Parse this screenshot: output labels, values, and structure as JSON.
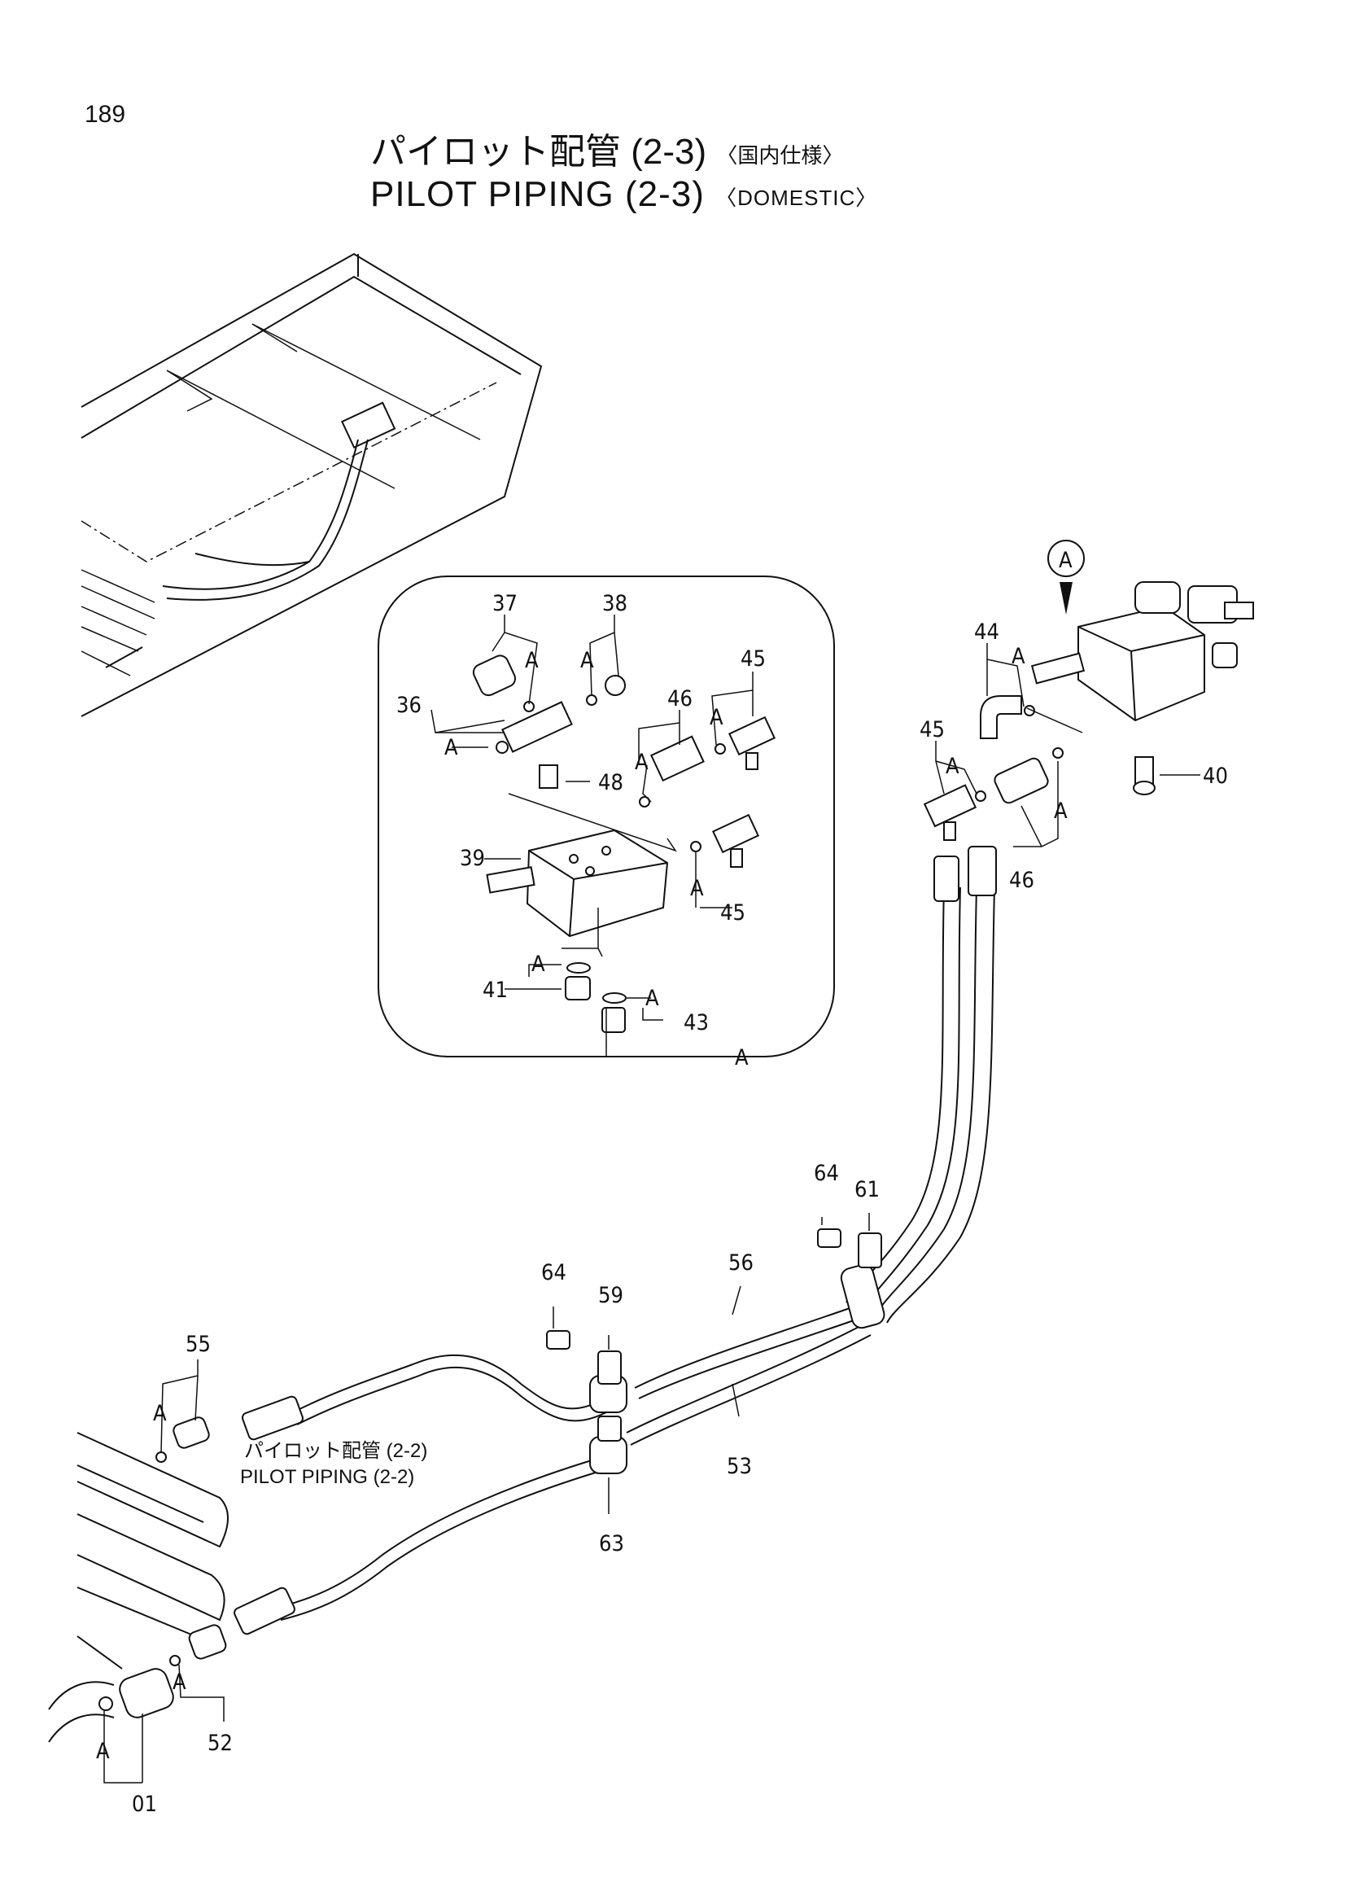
{
  "page_number": "189",
  "title": {
    "jp": "パイロット配管 (2-3)",
    "jp_qualifier": "〈国内仕様〉",
    "en": "PILOT PIPING (2-3)",
    "en_qualifier": "〈DOMESTIC〉"
  },
  "detail_marker": "A",
  "view_arrow_label": "A",
  "part_labels": {
    "p37": "37",
    "p38": "38",
    "p36": "36",
    "p46a": "46",
    "p45a": "45",
    "p48": "48",
    "p39": "39",
    "p45b": "45",
    "p41": "41",
    "p43": "43",
    "p44": "44",
    "p45c": "45",
    "p40": "40",
    "p46b": "46",
    "p64a": "64",
    "p61": "61",
    "p56": "56",
    "p64b": "64",
    "p59": "59",
    "p55": "55",
    "p53": "53",
    "p63": "63",
    "p52": "52",
    "p01": "01"
  },
  "reference": {
    "jp": "パイロット配管 (2-2)",
    "en": "PILOT PIPING (2-2)"
  }
}
